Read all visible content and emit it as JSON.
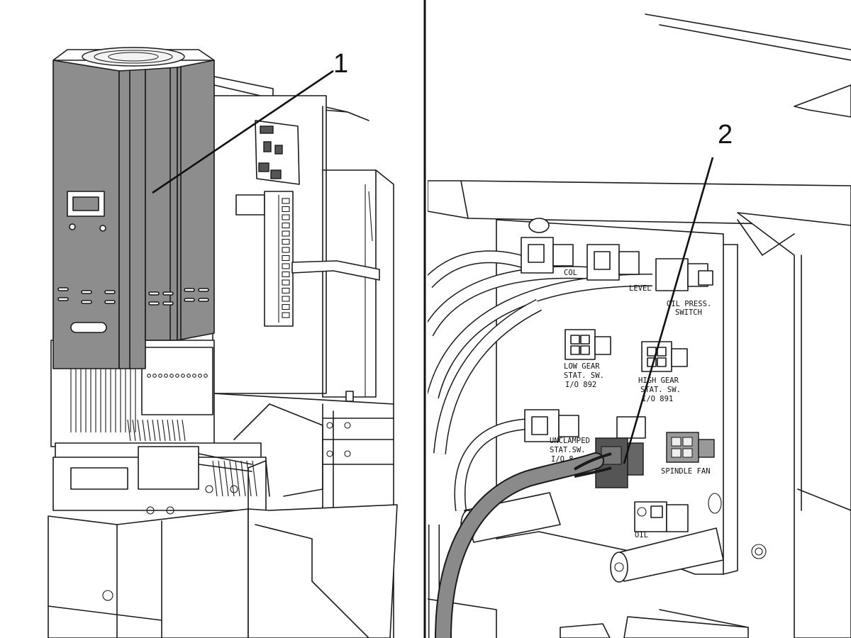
{
  "callouts": {
    "left": "1",
    "right": "2"
  },
  "labels": {
    "low_gear_1": "LOW GEAR",
    "low_gear_2": "STAT. SW.",
    "low_gear_3": "I/O 892",
    "high_gear_1": "HIGH GEAR",
    "high_gear_2": "STAT. SW.",
    "high_gear_3": "I/O 891",
    "oil_press_1": "OIL PRESS.",
    "oil_press_2": "SWITCH",
    "unclamped_1": "UNCLAMPED",
    "unclamped_2": "STAT.SW.",
    "unclamped_3": "I/O 8",
    "spindle_fan": "SPINDLE FAN",
    "col": "COL",
    "level": "LEVEL",
    "oil": "OIL"
  },
  "colors": {
    "panel_gray": "#8d8d8d",
    "line": "#1a1a1a",
    "background": "#ffffff"
  }
}
